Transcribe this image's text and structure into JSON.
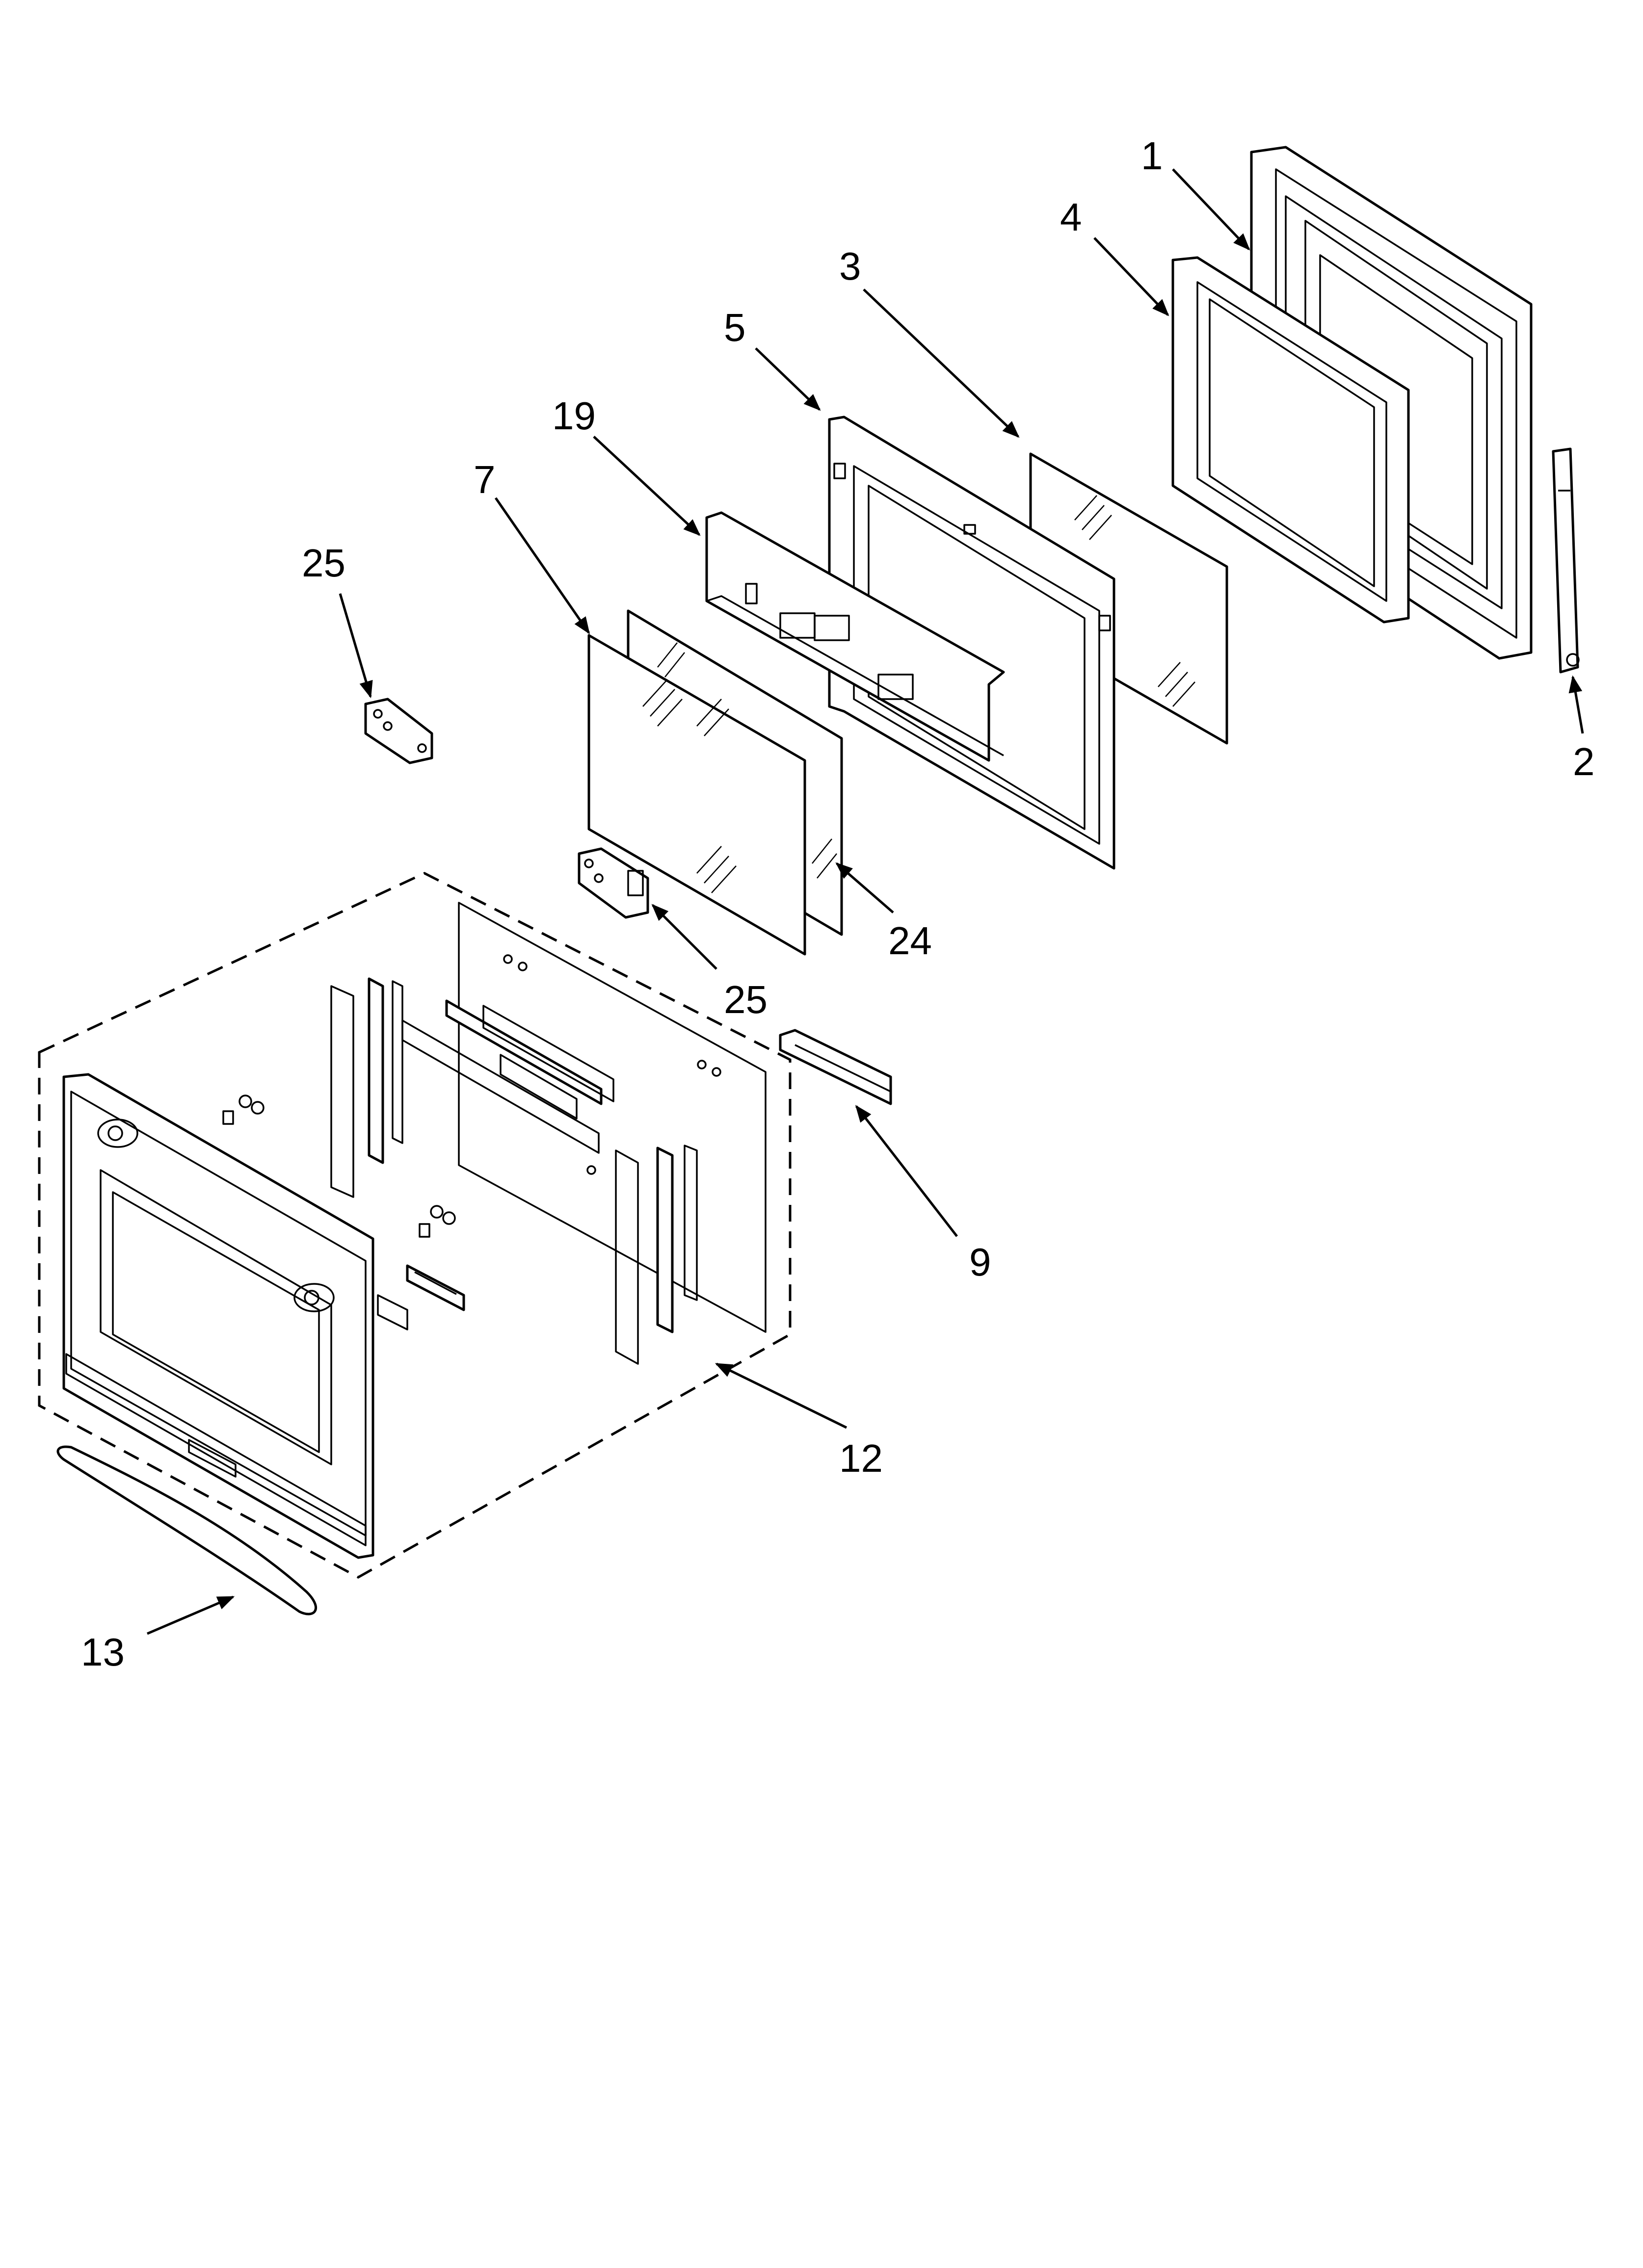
{
  "diagram": {
    "callouts": [
      {
        "id": "1",
        "text": "1"
      },
      {
        "id": "2",
        "text": "2"
      },
      {
        "id": "3",
        "text": "3"
      },
      {
        "id": "4",
        "text": "4"
      },
      {
        "id": "5",
        "text": "5"
      },
      {
        "id": "7",
        "text": "7"
      },
      {
        "id": "9",
        "text": "9"
      },
      {
        "id": "12",
        "text": "12"
      },
      {
        "id": "13",
        "text": "13"
      },
      {
        "id": "19",
        "text": "19"
      },
      {
        "id": "24",
        "text": "24"
      },
      {
        "id": "25a",
        "text": "25"
      },
      {
        "id": "25b",
        "text": "25"
      }
    ]
  }
}
